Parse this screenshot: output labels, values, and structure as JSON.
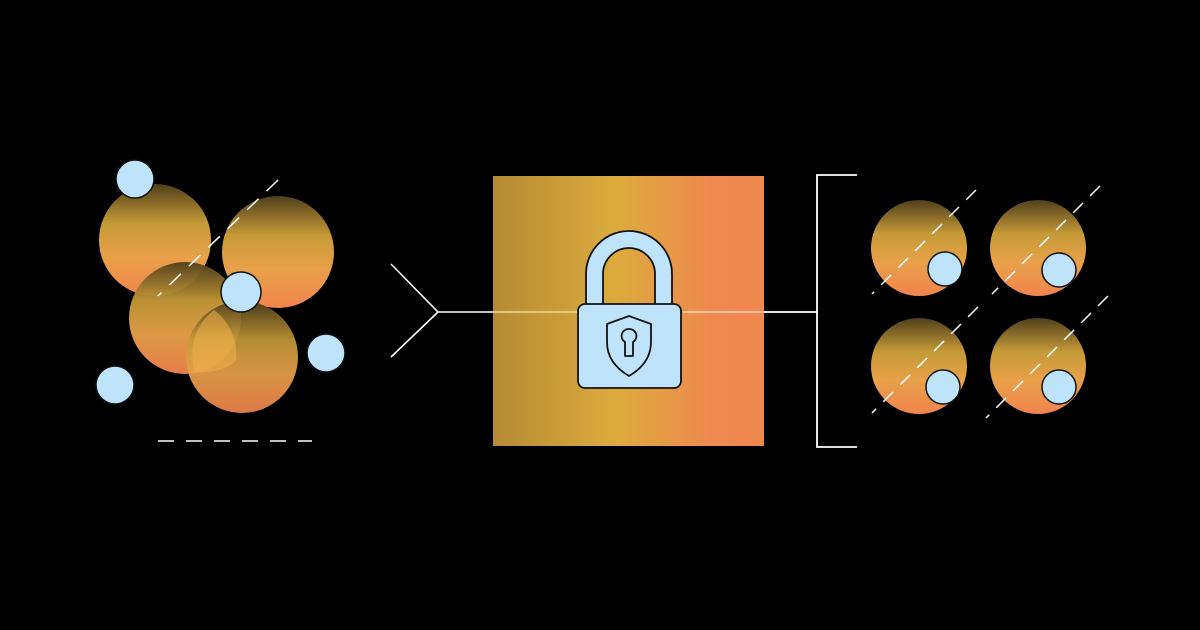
{
  "colors": {
    "background": "#000000",
    "gradient_gold_dark": "#5e4a1c",
    "gradient_gold": "#d7a83d",
    "gradient_orange": "#ef8a4f",
    "panel_left": "#b78d35",
    "panel_mid": "#dba83c",
    "panel_right": "#ef8a4f",
    "dot_blue": "#bfe3fb",
    "line_white": "#ffffff",
    "outline": "#111111"
  },
  "icons": {
    "lock": "padlock-icon",
    "shield": "shield-keyhole-icon"
  },
  "diagram": {
    "input_group": "overlapping-circles-cluster",
    "connector": "merge-arrow",
    "process": "encryption-lock-panel",
    "output_group": "bracketed-circle-grid"
  }
}
